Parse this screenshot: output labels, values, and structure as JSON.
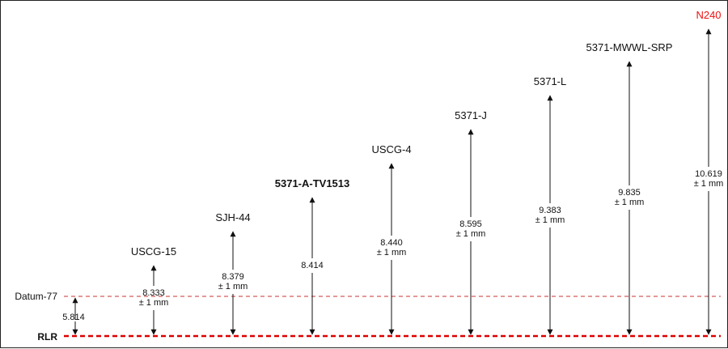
{
  "diagram": {
    "reference_lines": {
      "datum": {
        "label": "Datum-77",
        "value": "5.814",
        "color": "#c83232"
      },
      "base": {
        "label": "RLR",
        "color": "#dd0000"
      }
    },
    "benchmarks": [
      {
        "name": "USCG-15",
        "value": "8.333",
        "uncertainty": "± 1 mm",
        "bold": false,
        "color": "#111111"
      },
      {
        "name": "SJH-44",
        "value": "8.379",
        "uncertainty": "± 1 mm",
        "bold": false,
        "color": "#111111"
      },
      {
        "name": "5371-A-TV1513",
        "value": "8.414",
        "uncertainty": "",
        "bold": true,
        "color": "#111111"
      },
      {
        "name": "USCG-4",
        "value": "8.440",
        "uncertainty": "± 1 mm",
        "bold": false,
        "color": "#111111"
      },
      {
        "name": "5371-J",
        "value": "8.595",
        "uncertainty": "± 1 mm",
        "bold": false,
        "color": "#111111"
      },
      {
        "name": "5371-L",
        "value": "9.383",
        "uncertainty": "± 1 mm",
        "bold": false,
        "color": "#111111"
      },
      {
        "name": "5371-MWWL-SRP",
        "value": "9.835",
        "uncertainty": "± 1 mm",
        "bold": false,
        "color": "#111111"
      },
      {
        "name": "N240",
        "value": "10.619",
        "uncertainty": "± 1 mm",
        "bold": false,
        "color": "#ee1111"
      }
    ]
  }
}
